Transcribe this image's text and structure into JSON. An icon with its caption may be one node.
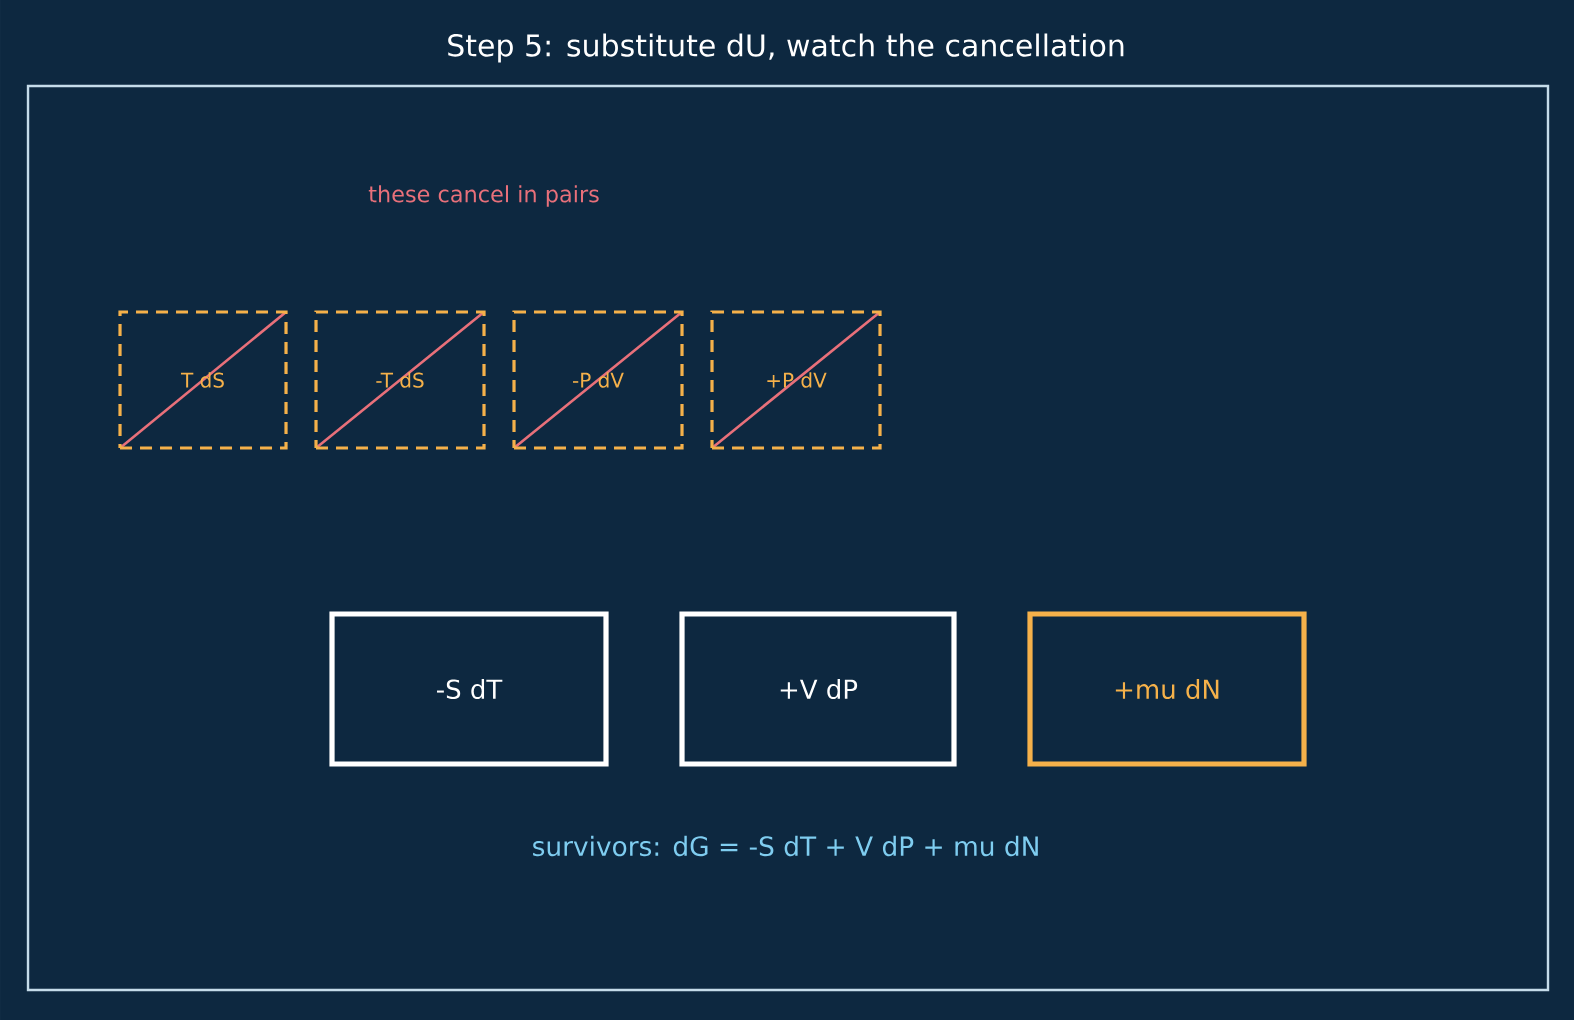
{
  "diagram": {
    "title": "Step 5: substitute dU, watch the cancellation",
    "nodes": [
      {
        "text": [],
        "shape": "box"
      },
      {
        "text": [
          "T dS"
        ],
        "in": 0
      },
      {
        "text": [
          "-T dS"
        ],
        "in": 0
      },
      {
        "text": [
          "-P dV"
        ],
        "in": 0
      },
      {
        "text": [
          "+P dV"
        ],
        "in": 0
      },
      {
        "text": [
          "-S dT"
        ],
        "in": 0
      },
      {
        "text": [
          "+V dP"
        ],
        "in": 0
      },
      {
        "text": [
          "+mu dN"
        ],
        "in": 0
      }
    ],
    "labels": [
      "these cancel in pairs",
      "survivors: dG = -S dT + V dP + mu dN"
    ]
  }
}
